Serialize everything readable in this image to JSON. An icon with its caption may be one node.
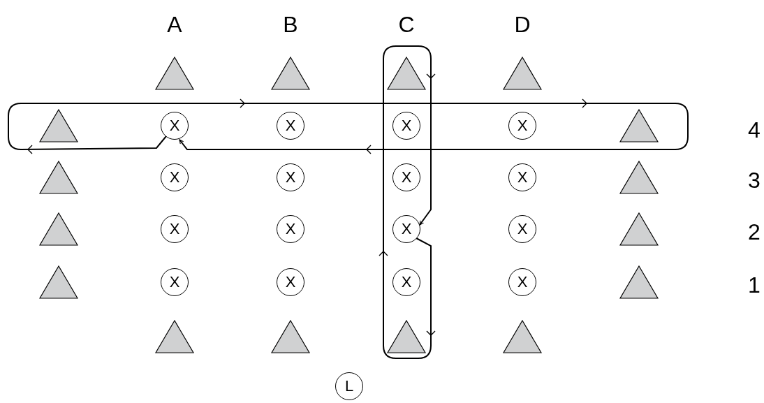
{
  "diagram": {
    "nodes": [
      {
        "text": [],
        "shape": "triangle"
      },
      {
        "text": [],
        "shape": "triangle"
      },
      {
        "text": [],
        "shape": "triangle"
      },
      {
        "text": [],
        "shape": "triangle"
      },
      {
        "text": [],
        "shape": "triangle"
      },
      {
        "text": [
          "X"
        ]
      },
      {
        "text": [
          "X"
        ]
      },
      {
        "text": [
          "X"
        ]
      },
      {
        "text": [
          "X"
        ]
      },
      {
        "text": [],
        "shape": "triangle"
      },
      {
        "text": [],
        "shape": "triangle"
      },
      {
        "text": [
          "X"
        ]
      },
      {
        "text": [
          "X"
        ]
      },
      {
        "text": [
          "X"
        ]
      },
      {
        "text": [
          "X"
        ]
      },
      {
        "text": [],
        "shape": "triangle"
      },
      {
        "text": [],
        "shape": "triangle"
      },
      {
        "text": [
          "X"
        ]
      },
      {
        "text": [
          "X"
        ]
      },
      {
        "text": [
          "X"
        ]
      },
      {
        "text": [
          "X"
        ]
      },
      {
        "text": [],
        "shape": "triangle"
      },
      {
        "text": [],
        "shape": "triangle"
      },
      {
        "text": [
          "X"
        ]
      },
      {
        "text": [
          "X"
        ]
      },
      {
        "text": [
          "X"
        ]
      },
      {
        "text": [
          "X"
        ]
      },
      {
        "text": [],
        "shape": "triangle"
      },
      {
        "text": [],
        "shape": "triangle"
      },
      {
        "text": [],
        "shape": "triangle"
      },
      {
        "text": [],
        "shape": "triangle"
      },
      {
        "text": [],
        "shape": "triangle"
      },
      {
        "text": [
          "L"
        ]
      }
    ],
    "edges": [
      {
        "from": 5,
        "to": 5,
        "arrow": "to"
      },
      {
        "from": 19,
        "to": 19,
        "arrow": "to"
      }
    ],
    "labels": [
      "A",
      "B",
      "C",
      "D",
      "4",
      "3",
      "2",
      "1"
    ]
  }
}
